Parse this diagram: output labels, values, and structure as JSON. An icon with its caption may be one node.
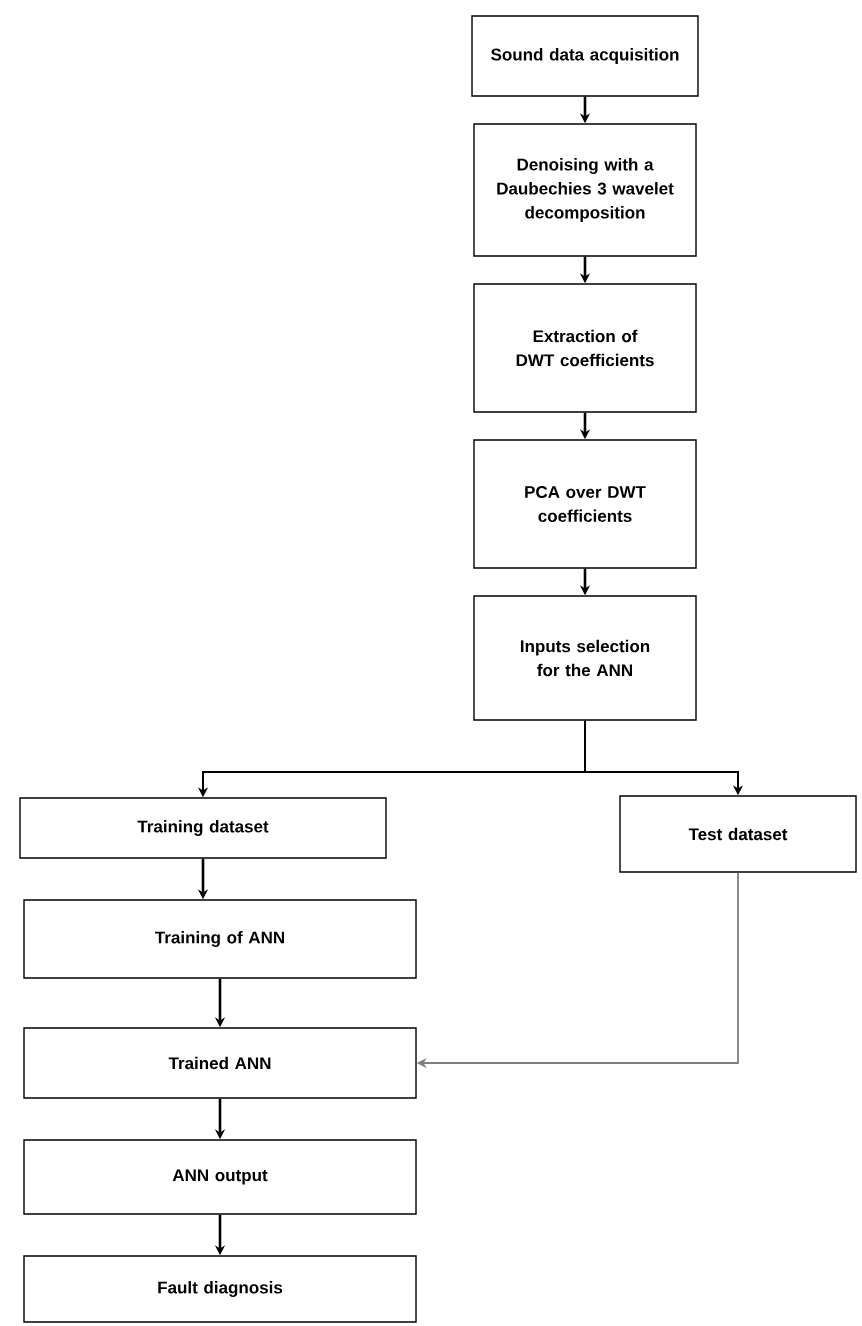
{
  "diagram": {
    "nodes": [
      {
        "text": [
          "Sound data acquisition"
        ]
      },
      {
        "text": [
          "Denoising with a Daubechies 3 wavelet decomposition"
        ]
      },
      {
        "text": [
          "Extraction of DWT coefficients"
        ]
      },
      {
        "text": [
          "PCA over DWT coefficients"
        ]
      },
      {
        "text": [
          "Inputs selection for the ANN"
        ]
      },
      {
        "text": [
          "Training dataset"
        ]
      },
      {
        "text": [
          "Test dataset"
        ]
      },
      {
        "text": [
          "Training of ANN"
        ]
      },
      {
        "text": [
          "Trained ANN"
        ]
      },
      {
        "text": [
          "ANN output"
        ]
      },
      {
        "text": [
          "Fault diagnosis"
        ]
      }
    ],
    "edges": [
      {
        "from": 0,
        "to": 1,
        "arrow": "to"
      },
      {
        "from": 1,
        "to": 2,
        "arrow": "to"
      },
      {
        "from": 2,
        "to": 3,
        "arrow": "to"
      },
      {
        "from": 3,
        "to": 4,
        "arrow": "to"
      },
      {
        "from": 4,
        "to": 5,
        "arrow": "to"
      },
      {
        "from": 4,
        "to": 6,
        "arrow": "to"
      },
      {
        "from": 5,
        "to": 7,
        "arrow": "to"
      },
      {
        "from": 7,
        "to": 8,
        "arrow": "to"
      },
      {
        "from": 6,
        "to": 8,
        "arrow": "to",
        "color": "#7f7f7f"
      },
      {
        "from": 8,
        "to": 9,
        "arrow": "to"
      },
      {
        "from": 9,
        "to": 10,
        "arrow": "to"
      }
    ]
  }
}
